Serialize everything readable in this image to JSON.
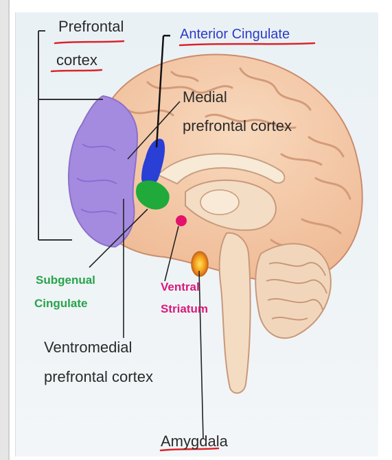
{
  "labels": {
    "prefrontal_cortex": [
      "Prefrontal",
      "cortex"
    ],
    "anterior_cingulate": "Anterior Cingulate",
    "medial_prefrontal_cortex": [
      "Medial",
      "prefrontal cortex"
    ],
    "subgenual_cingulate": [
      "Subgenual",
      "Cingulate"
    ],
    "ventral_striatum": [
      "Ventral",
      "Striatum"
    ],
    "ventromedial_prefrontal_cortex": [
      "Ventromedial",
      "prefrontal cortex"
    ],
    "amygdala": "Amygdala"
  },
  "colors": {
    "prefrontal_region": "#a58be0",
    "anterior_cingulate": "#2a3fd6",
    "subgenual_cingulate": "#1faa3a",
    "ventral_striatum": "#e3136b",
    "amygdala": "#f2a21e",
    "cortex": "#f4c9a6",
    "underline": "#d9242a"
  }
}
